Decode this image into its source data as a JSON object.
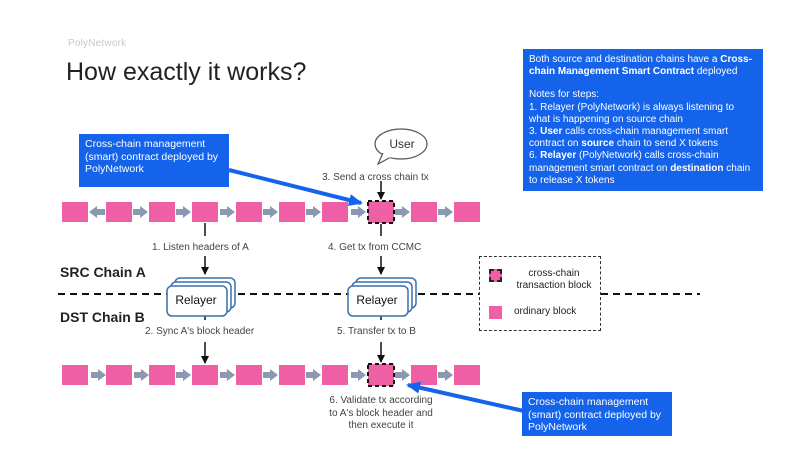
{
  "brand": "PolyNetwork",
  "title": "How exactly it works?",
  "notes": {
    "intro_plain": "Both source and destination chains have a ",
    "intro_bold": "Cross-chain Management Smart Contract",
    "intro_end": " deployed",
    "heading": "Notes for steps:",
    "step1": "1. Relayer (PolyNetwork) is always listening to what is happening on source chain",
    "step3_num": "3. ",
    "step3_bold1": "User",
    "step3_mid": " calls cross-chain management smart contract on ",
    "step3_bold2": "source",
    "step3_end": " chain to send X tokens",
    "step6_num": "6. ",
    "step6_bold1": "Relayer",
    "step6_mid": " (PolyNetwork) calls cross-chain management smart contract on ",
    "step6_bold2": "destination",
    "step6_end": " chain to release X tokens"
  },
  "callout_top": "Cross-chain management (smart) contract deployed by PolyNetwork",
  "callout_bottom": "Cross-chain management (smart) contract deployed by PolyNetwork",
  "steps": {
    "s1": "1. Listen headers of A",
    "s2": "2. Sync A's block header",
    "s3": "3. Send a cross chain tx",
    "s4": "4. Get tx from CCMC",
    "s5": "5. Transfer tx to B",
    "s6_line1": "6. Validate tx according",
    "s6_line2": "to A's block header and",
    "s6_line3": "then execute it"
  },
  "chains": {
    "src": "SRC Chain A",
    "dst": "DST Chain B"
  },
  "relayer_label": "Relayer",
  "user_label": "User",
  "legend": {
    "tx_line1": "cross-chain",
    "tx_line2": "transaction block",
    "ordinary": "ordinary block"
  },
  "colors": {
    "block": "#ef5fa6",
    "arrow": "#8a99b0",
    "accent": "#1463ea"
  }
}
